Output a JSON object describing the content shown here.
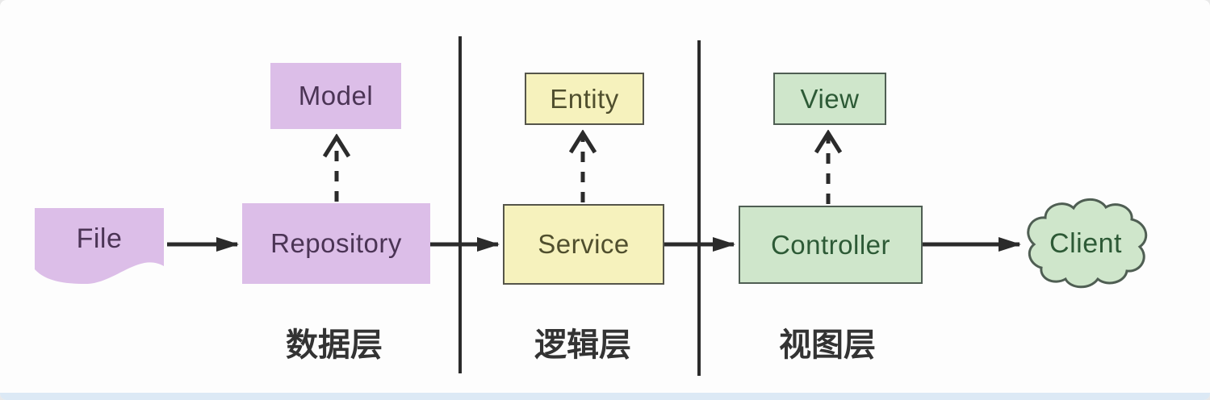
{
  "nodes": {
    "file": {
      "label": "File",
      "shape": "document",
      "color_group": "purple"
    },
    "model": {
      "label": "Model",
      "shape": "rect",
      "color_group": "purple"
    },
    "repository": {
      "label": "Repository",
      "shape": "rect",
      "color_group": "purple"
    },
    "entity": {
      "label": "Entity",
      "shape": "rect",
      "color_group": "yellow"
    },
    "service": {
      "label": "Service",
      "shape": "rect",
      "color_group": "yellow"
    },
    "view": {
      "label": "View",
      "shape": "rect",
      "color_group": "green"
    },
    "controller": {
      "label": "Controller",
      "shape": "rect",
      "color_group": "green"
    },
    "client": {
      "label": "Client",
      "shape": "cloud",
      "color_group": "green"
    }
  },
  "layers": {
    "data": {
      "label": "数据层",
      "nodes": [
        "File",
        "Model",
        "Repository"
      ]
    },
    "logic": {
      "label": "逻辑层",
      "nodes": [
        "Entity",
        "Service"
      ]
    },
    "view": {
      "label": "视图层",
      "nodes": [
        "View",
        "Controller"
      ]
    }
  },
  "edges": [
    {
      "from": "File",
      "to": "Repository",
      "style": "solid-arrow"
    },
    {
      "from": "Repository",
      "to": "Model",
      "style": "dashed-arrow"
    },
    {
      "from": "Repository",
      "to": "Service",
      "style": "solid-arrow"
    },
    {
      "from": "Service",
      "to": "Entity",
      "style": "dashed-arrow"
    },
    {
      "from": "Service",
      "to": "Controller",
      "style": "solid-arrow"
    },
    {
      "from": "Controller",
      "to": "View",
      "style": "dashed-arrow"
    },
    {
      "from": "Controller",
      "to": "Client",
      "style": "solid-arrow"
    }
  ],
  "colors": {
    "background": "#fdfdfd",
    "bottom_strip": "#dce9f5",
    "line": "#2b2b2b",
    "label_text": "#333333",
    "purple_fill": "#dcbee8",
    "purple_text": "#4b3455",
    "yellow_fill": "#f6f2bd",
    "yellow_border": "#55554a",
    "yellow_text": "#504f2e",
    "green_fill": "#cfe6cb",
    "green_border": "#4f5e53",
    "green_text": "#2d5a36"
  }
}
